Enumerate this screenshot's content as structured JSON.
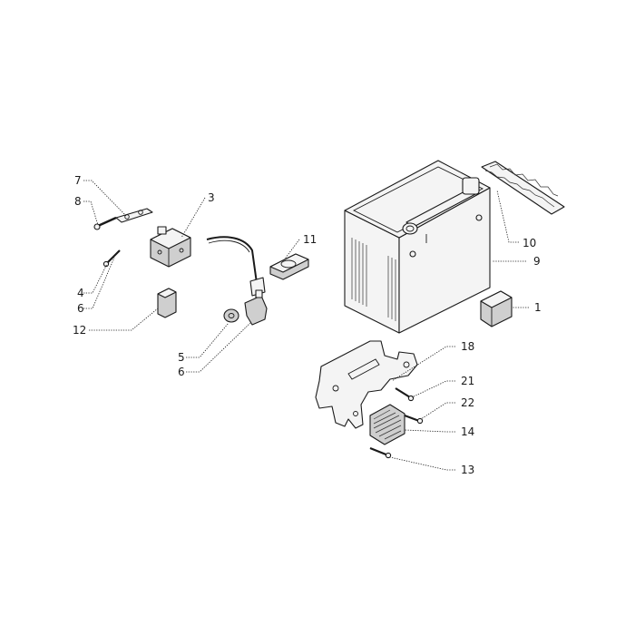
{
  "diagram": {
    "callouts": [
      {
        "id": "c1",
        "label": "1"
      },
      {
        "id": "c3",
        "label": "3"
      },
      {
        "id": "c4",
        "label": "4"
      },
      {
        "id": "c5",
        "label": "5"
      },
      {
        "id": "c6a",
        "label": "6"
      },
      {
        "id": "c6b",
        "label": "6"
      },
      {
        "id": "c7",
        "label": "7"
      },
      {
        "id": "c8",
        "label": "8"
      },
      {
        "id": "c9",
        "label": "9"
      },
      {
        "id": "c10",
        "label": "10"
      },
      {
        "id": "c11",
        "label": "11"
      },
      {
        "id": "c12",
        "label": "12"
      },
      {
        "id": "c13",
        "label": "13"
      },
      {
        "id": "c14",
        "label": "14"
      },
      {
        "id": "c18",
        "label": "18"
      },
      {
        "id": "c21",
        "label": "21"
      },
      {
        "id": "c22",
        "label": "22"
      }
    ]
  }
}
